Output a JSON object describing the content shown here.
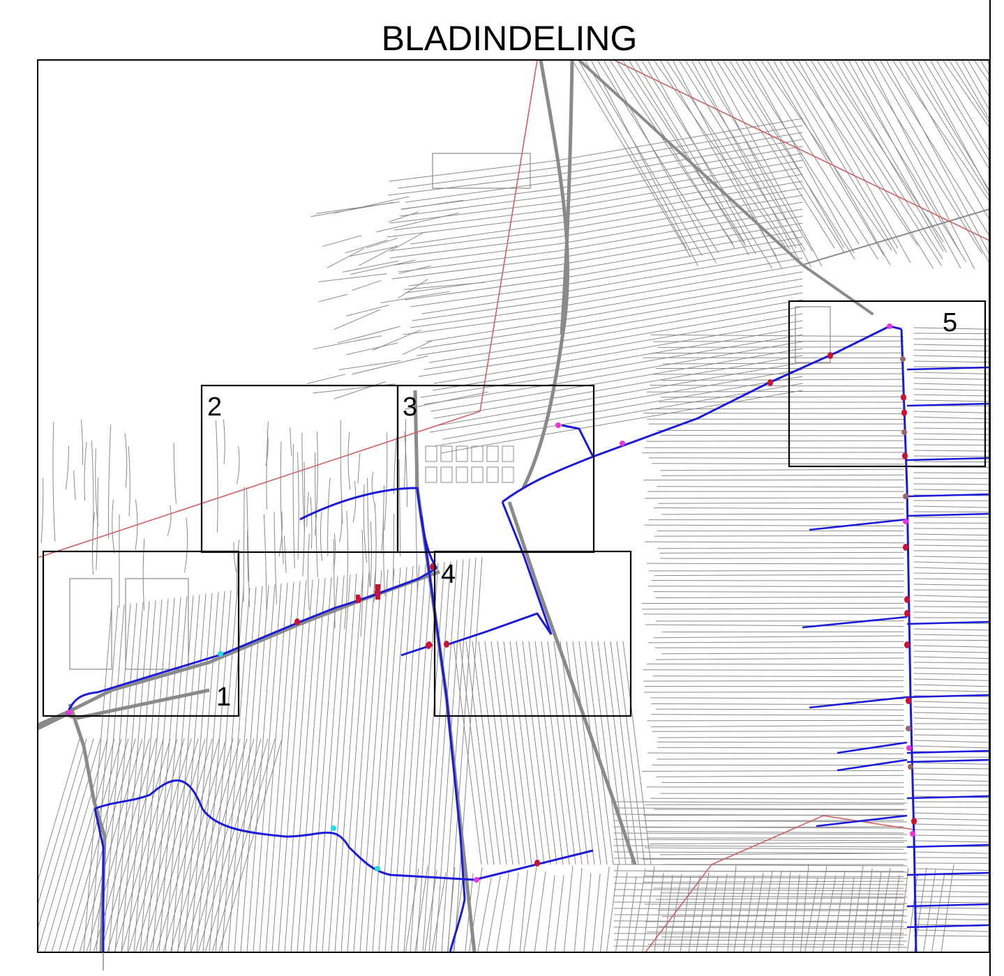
{
  "title": "BLADINDELING",
  "sheets": [
    {
      "id": "sheet-1",
      "label": "1"
    },
    {
      "id": "sheet-2",
      "label": "2"
    },
    {
      "id": "sheet-3",
      "label": "3"
    },
    {
      "id": "sheet-4",
      "label": "4"
    },
    {
      "id": "sheet-5",
      "label": "5"
    }
  ],
  "colors": {
    "ditch": "#8a8a8a",
    "route": "#1a1adb",
    "boundary": "#d06060",
    "frame": "#000000",
    "marker_red": "#cc1133",
    "marker_magenta": "#ee33dd",
    "marker_cyan": "#22dddd",
    "marker_brown": "#996666"
  }
}
